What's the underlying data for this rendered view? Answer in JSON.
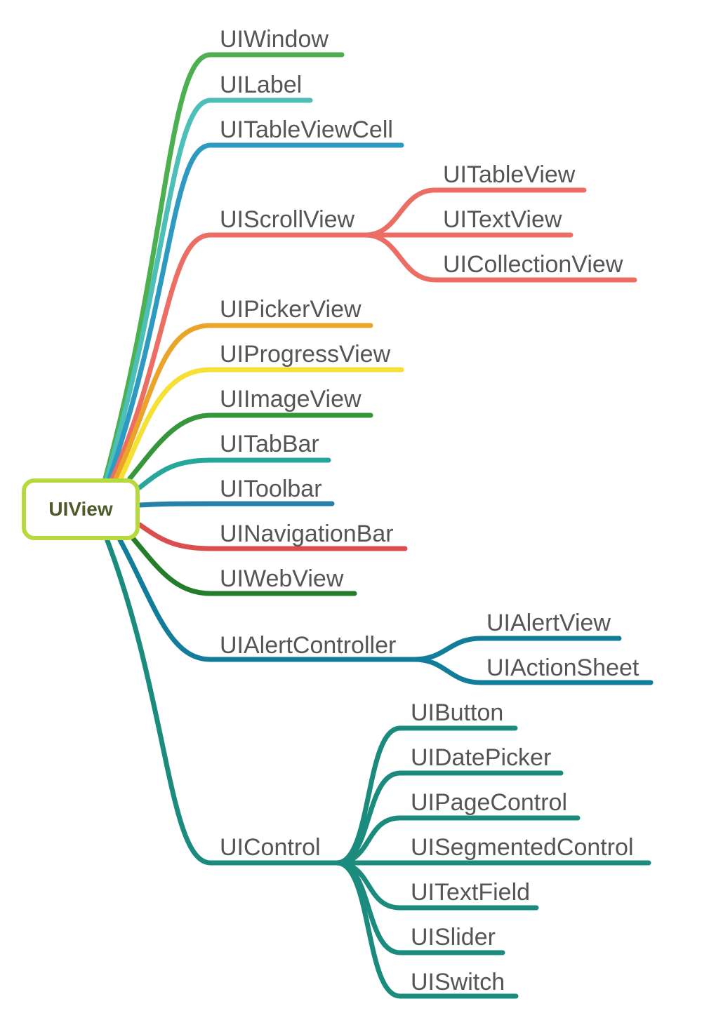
{
  "root": {
    "label": "UIView",
    "border_color": "#b6d93e",
    "text_color": "#4e5a2a"
  },
  "nodes": [
    {
      "id": "uiwindow",
      "label": "UIWindow",
      "color": "#4caf50"
    },
    {
      "id": "uilabel",
      "label": "UILabel",
      "color": "#4cbfb8"
    },
    {
      "id": "uitableviewcell",
      "label": "UITableViewCell",
      "color": "#2e9ac2"
    },
    {
      "id": "uiscrollview",
      "label": "UIScrollView",
      "color": "#ec6d64",
      "children": [
        {
          "id": "uitableview",
          "label": "UITableView",
          "color": "#ec6d64"
        },
        {
          "id": "uitextview",
          "label": "UITextView",
          "color": "#ec6d64"
        },
        {
          "id": "uicollectionview",
          "label": "UICollectionView",
          "color": "#ec6d64"
        }
      ]
    },
    {
      "id": "uipickerview",
      "label": "UIPickerView",
      "color": "#eba42a"
    },
    {
      "id": "uiprogressview",
      "label": "UIProgressView",
      "color": "#f6e034"
    },
    {
      "id": "uiimageview",
      "label": "UIImageView",
      "color": "#36963c"
    },
    {
      "id": "uitabbar",
      "label": "UITabBar",
      "color": "#26a79b"
    },
    {
      "id": "uitoolbar",
      "label": "UIToolbar",
      "color": "#2680a8"
    },
    {
      "id": "uinavigationbar",
      "label": "UINavigationBar",
      "color": "#dc4e4e"
    },
    {
      "id": "uiwebview",
      "label": "UIWebView",
      "color": "#237d2a"
    },
    {
      "id": "uialertcontroller",
      "label": "UIAlertController",
      "color": "#127d9a",
      "children": [
        {
          "id": "uialertview",
          "label": "UIAlertView",
          "color": "#127d9a"
        },
        {
          "id": "uiactionsheet",
          "label": "UIActionSheet",
          "color": "#127d9a"
        }
      ]
    },
    {
      "id": "uicontrol",
      "label": "UIControl",
      "color": "#1b8b7d",
      "children": [
        {
          "id": "uibutton",
          "label": "UIButton",
          "color": "#1b8b7d"
        },
        {
          "id": "uidatepicker",
          "label": "UIDatePicker",
          "color": "#1b8b7d"
        },
        {
          "id": "uipagecontrol",
          "label": "UIPageControl",
          "color": "#1b8b7d"
        },
        {
          "id": "uisegmentedcontrol",
          "label": "UISegmentedControl",
          "color": "#1b8b7d"
        },
        {
          "id": "uitextfield",
          "label": "UITextField",
          "color": "#1b8b7d"
        },
        {
          "id": "uislider",
          "label": "UISlider",
          "color": "#1b8b7d"
        },
        {
          "id": "uiswitch",
          "label": "UISwitch",
          "color": "#1b8b7d"
        }
      ]
    }
  ]
}
